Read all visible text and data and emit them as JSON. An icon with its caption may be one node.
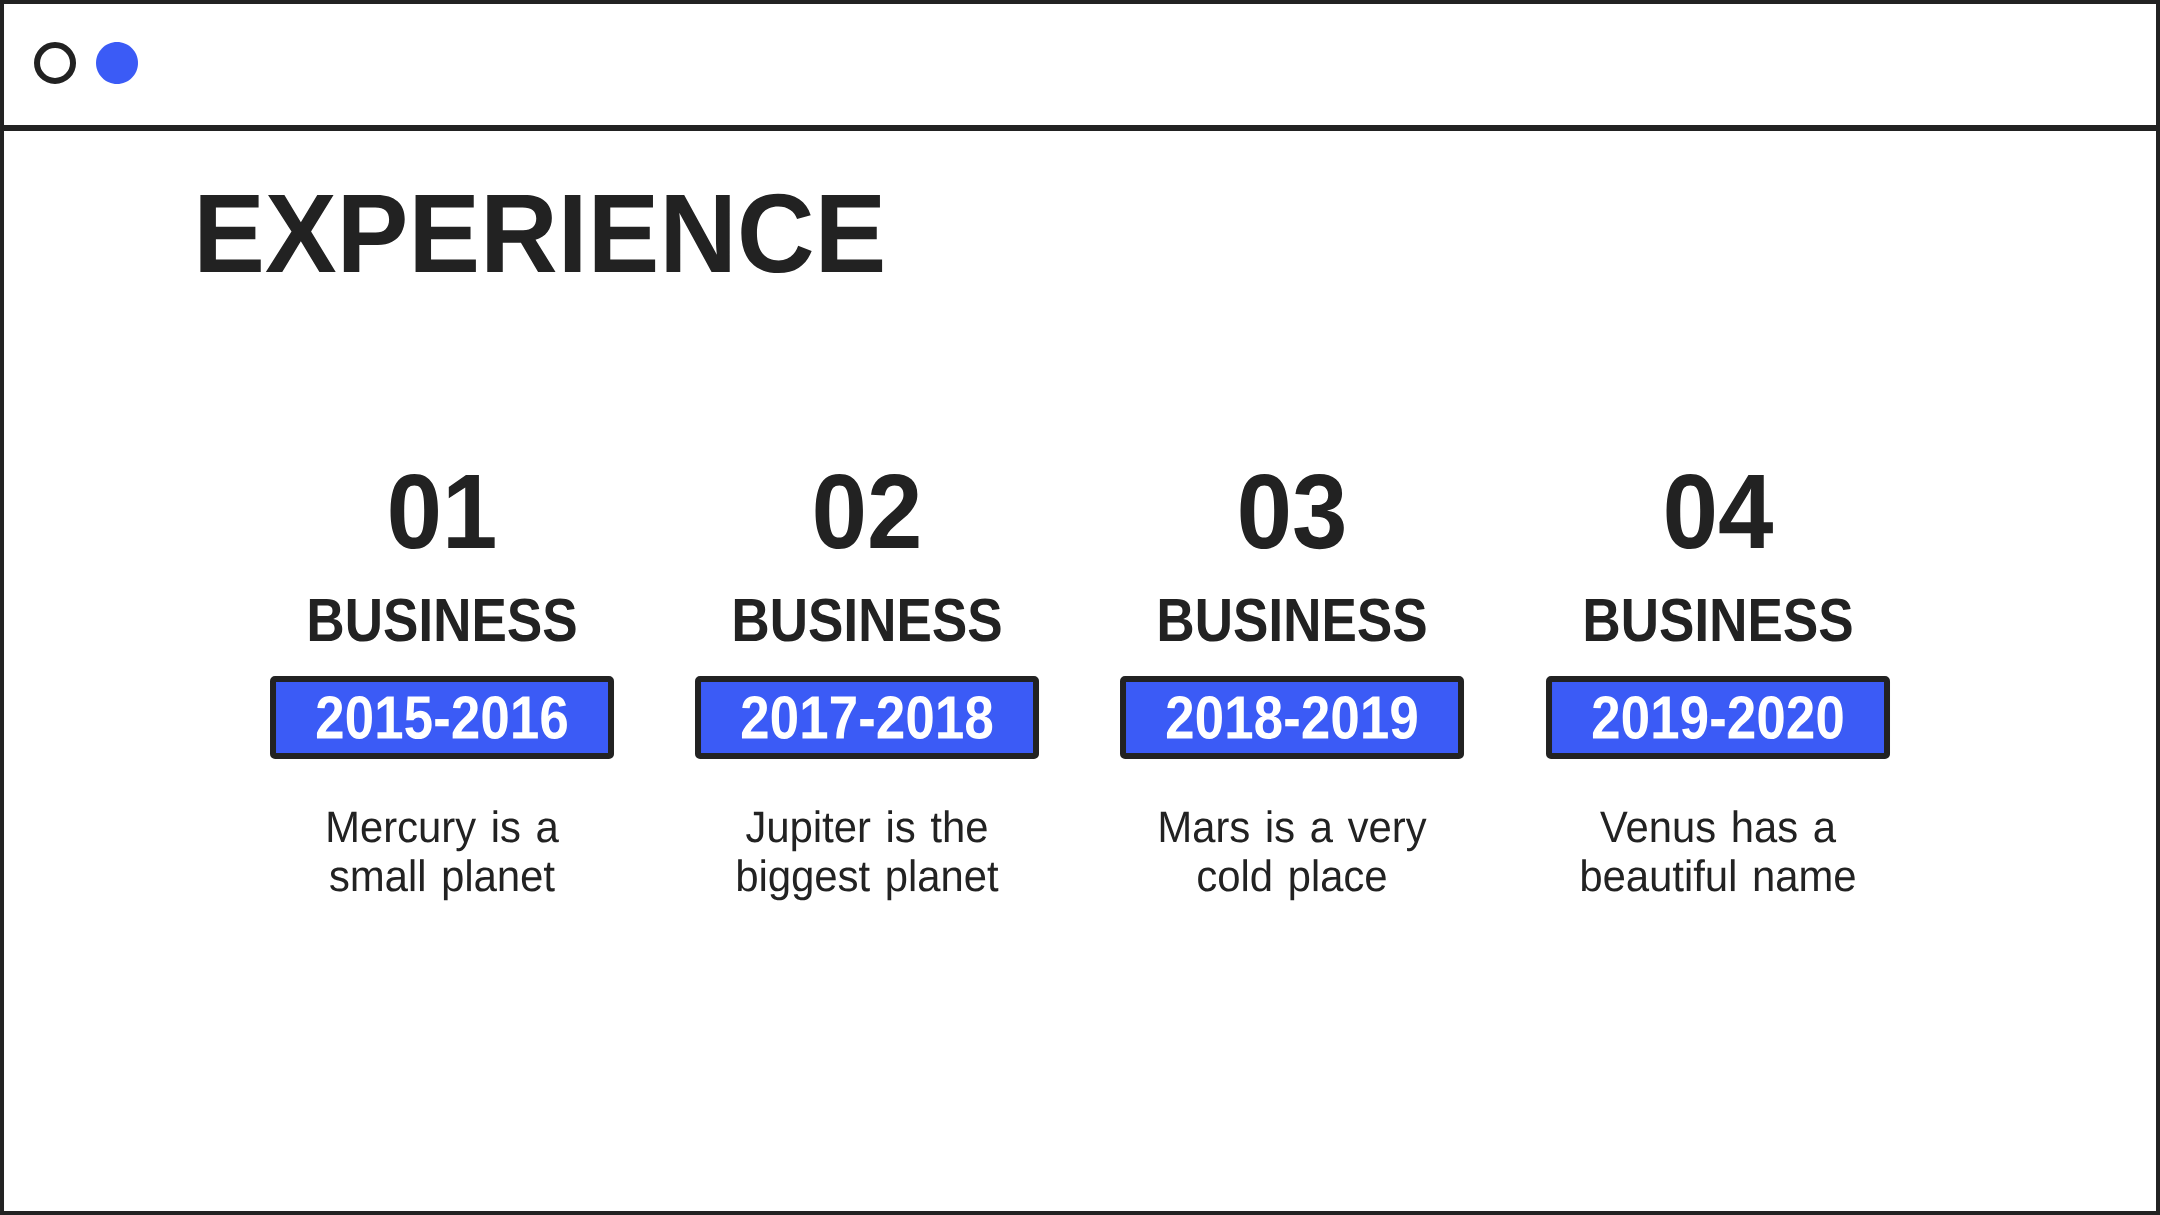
{
  "diagram": {
    "title": "EXPERIENCE",
    "nodes": [
      {
        "text": [
          "01",
          "BUSINESS",
          "2015-2016"
        ],
        "beside": [
          "Mercury is a small planet"
        ]
      },
      {
        "text": [
          "02",
          "BUSINESS",
          "2017-2018"
        ],
        "beside": [
          "Jupiter is the biggest planet"
        ]
      },
      {
        "text": [
          "03",
          "BUSINESS",
          "2018-2019"
        ],
        "beside": [
          "Mars is a very cold place"
        ]
      },
      {
        "text": [
          "04",
          "BUSINESS",
          "2019-2020"
        ],
        "beside": [
          "Venus has a beautiful name"
        ]
      }
    ]
  }
}
